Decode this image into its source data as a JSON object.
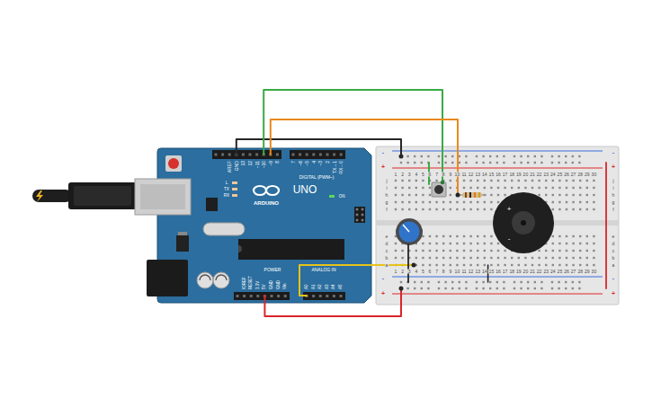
{
  "diagram": {
    "labels": [
      "AREF",
      "GND",
      "13",
      "12",
      "~11",
      "~10",
      "~9",
      "8",
      "7",
      "~6",
      "~5",
      "4",
      "~3",
      "2",
      "TX→1",
      "RX←0",
      "L",
      "TX",
      "RX",
      "UNO",
      "ARDUINO",
      "ON",
      "DIGITAL (PWM~)",
      "IOREF",
      "RESET",
      "3.3V",
      "5V",
      "GND",
      "GND",
      "Vin",
      "A0",
      "A1",
      "A2",
      "A3",
      "A4",
      "A5",
      "POWER",
      "ANALOG IN",
      "-",
      "+",
      "-",
      "+",
      "-",
      "+",
      "-",
      "+",
      "1",
      "2",
      "3",
      "4",
      "5",
      "6",
      "7",
      "8",
      "9",
      "10",
      "11",
      "12",
      "13",
      "14",
      "15",
      "16",
      "17",
      "18",
      "19",
      "20",
      "21",
      "22",
      "23",
      "24",
      "25",
      "26",
      "27",
      "28",
      "29",
      "30",
      "j",
      "i",
      "h",
      "g",
      "f",
      "e",
      "d",
      "c",
      "b",
      "a",
      "j",
      "i",
      "h",
      "g",
      "f",
      "e",
      "d",
      "c",
      "b",
      "a",
      "1",
      "2",
      "3",
      "4",
      "5",
      "6",
      "7",
      "8",
      "9",
      "10",
      "11",
      "12",
      "13",
      "14",
      "15",
      "16",
      "17",
      "18",
      "19",
      "20",
      "21",
      "22",
      "23",
      "24",
      "25",
      "26",
      "27",
      "28",
      "29",
      "30",
      "+",
      "-"
    ]
  }
}
